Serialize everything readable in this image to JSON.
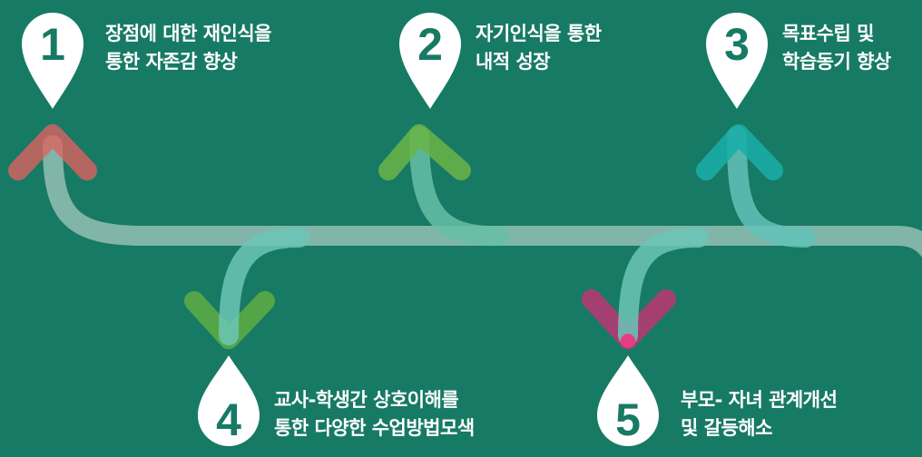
{
  "steps": [
    {
      "number": "1",
      "line1": "장점에 대한 재인식을",
      "line2": "통한 자존감 향상",
      "color": "#e0605f"
    },
    {
      "number": "2",
      "line1": "자기인식을 통한",
      "line2": "내적 성장",
      "color": "#6ab447"
    },
    {
      "number": "3",
      "line1": "목표수립 및",
      "line2": "학습동기 향상",
      "color": "#1aaea8"
    },
    {
      "number": "4",
      "line1": "교사-학생간 상호이해를",
      "line2": "통한 다양한 수업방법모색",
      "color": "#5aaa44"
    },
    {
      "number": "5",
      "line1": "부모- 자녀 관계개선",
      "line2": "및 갈등해소",
      "color": "#cc3475"
    }
  ],
  "colors": {
    "background": "#177a65",
    "pin": "#ffffff",
    "number": "#177a65",
    "line": "#c8dcd6"
  }
}
